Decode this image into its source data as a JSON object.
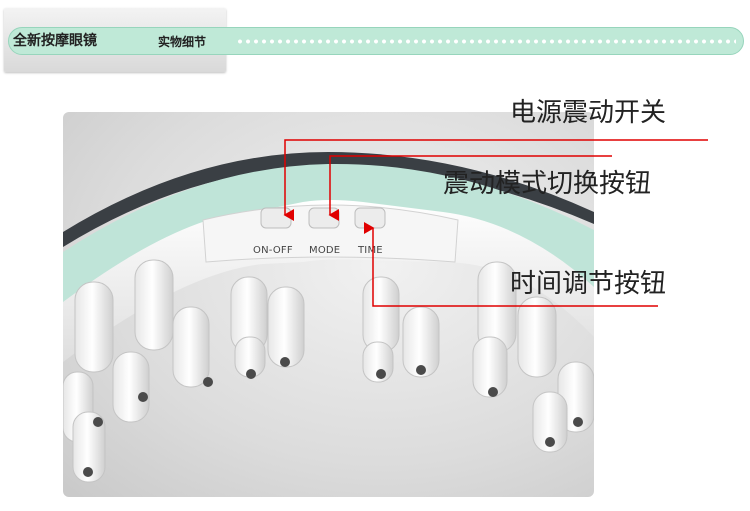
{
  "header": {
    "title": "全新按摩眼镜",
    "subtitle": "实物细节"
  },
  "photo": {
    "button_labels": [
      "ON-OFF",
      "MODE",
      "TIME"
    ]
  },
  "callouts": {
    "power_switch": "电源震动开关",
    "mode_button": "震动模式切换按钮",
    "time_button": "时间调节按钮"
  },
  "colors": {
    "header_bar": "#bfe9d7",
    "device_mint": "#bfe4d8",
    "callout_line": "#e00000",
    "text": "#222222"
  }
}
